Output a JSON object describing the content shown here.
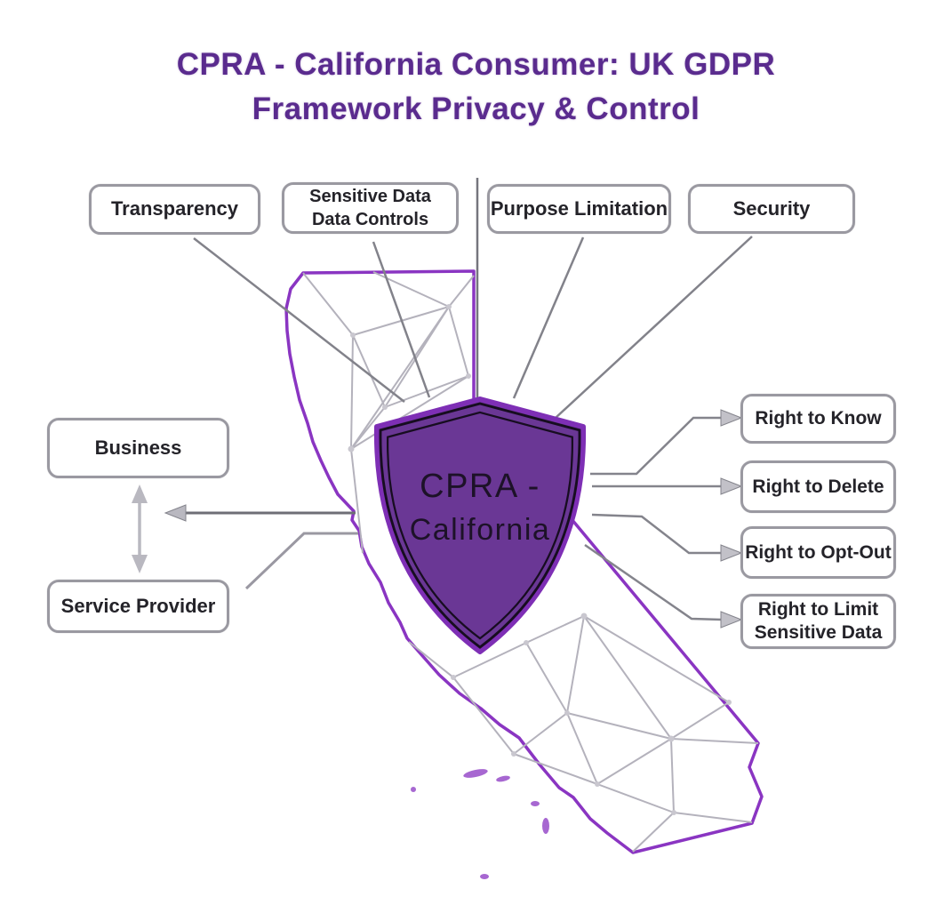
{
  "title": {
    "line1": "CPRA - California Consumer: UK GDPR",
    "line2": "Framework Privacy & Control"
  },
  "principles": [
    {
      "id": "transparency",
      "line1": "Transparency",
      "line2": ""
    },
    {
      "id": "sensitive-data-controls",
      "line1": "Sensitive Data",
      "line2": "Data Controls"
    },
    {
      "id": "purpose-limitation",
      "line1": "Purpose Limitation",
      "line2": ""
    },
    {
      "id": "security",
      "line1": "Security",
      "line2": ""
    }
  ],
  "entities": [
    {
      "id": "business",
      "label": "Business"
    },
    {
      "id": "service-provider",
      "label": "Service Provider"
    }
  ],
  "rights": [
    {
      "id": "right-to-know",
      "line1": "Right to Know",
      "line2": ""
    },
    {
      "id": "right-to-delete",
      "line1": "Right to Delete",
      "line2": ""
    },
    {
      "id": "right-to-opt-out",
      "line1": "Right to Opt-Out",
      "line2": ""
    },
    {
      "id": "right-to-limit-sensitive-data",
      "line1": "Right to Limit",
      "line2": "Sensitive Data"
    }
  ],
  "shield": {
    "line1": "CPRA -",
    "line2": "California"
  },
  "colors": {
    "background": "#ffffff",
    "title_purple": "#5a2b8e",
    "shield_fill": "#6a3795",
    "shield_outer_border": "#7e2fb5",
    "shield_inner_line": "#170d20",
    "map_outline_purple": "#8a35c2",
    "mesh_gray": "#b4b2bc",
    "connector_gray": "#84848c",
    "box_border_gray": "#9a99a1",
    "box_text_dark": "#242329"
  }
}
